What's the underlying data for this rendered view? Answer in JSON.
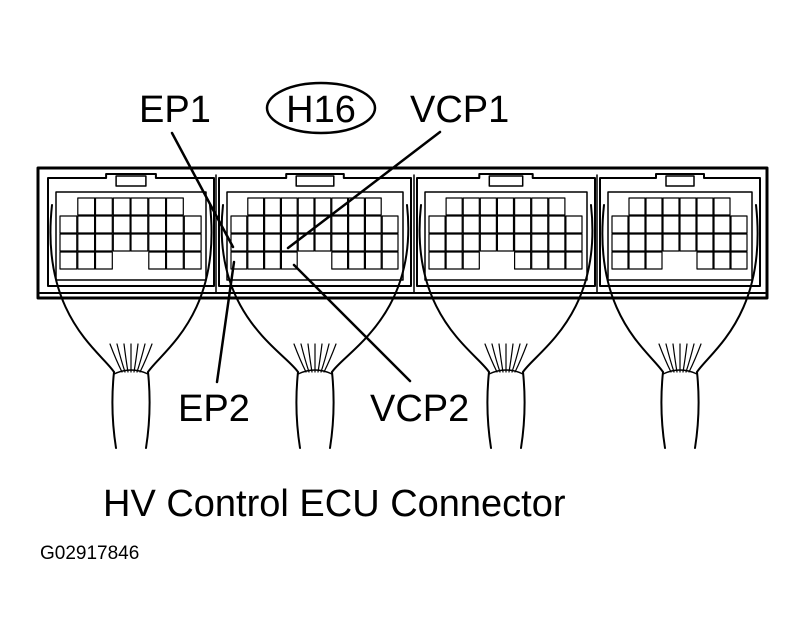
{
  "connector_id": "H16",
  "labels": {
    "ep1": "EP1",
    "ep2": "EP2",
    "vcp1": "VCP1",
    "vcp2": "VCP2"
  },
  "caption": "HV Control ECU Connector",
  "figure_code": "G02917846",
  "colors": {
    "ink": "#000000",
    "paper": "#ffffff"
  }
}
